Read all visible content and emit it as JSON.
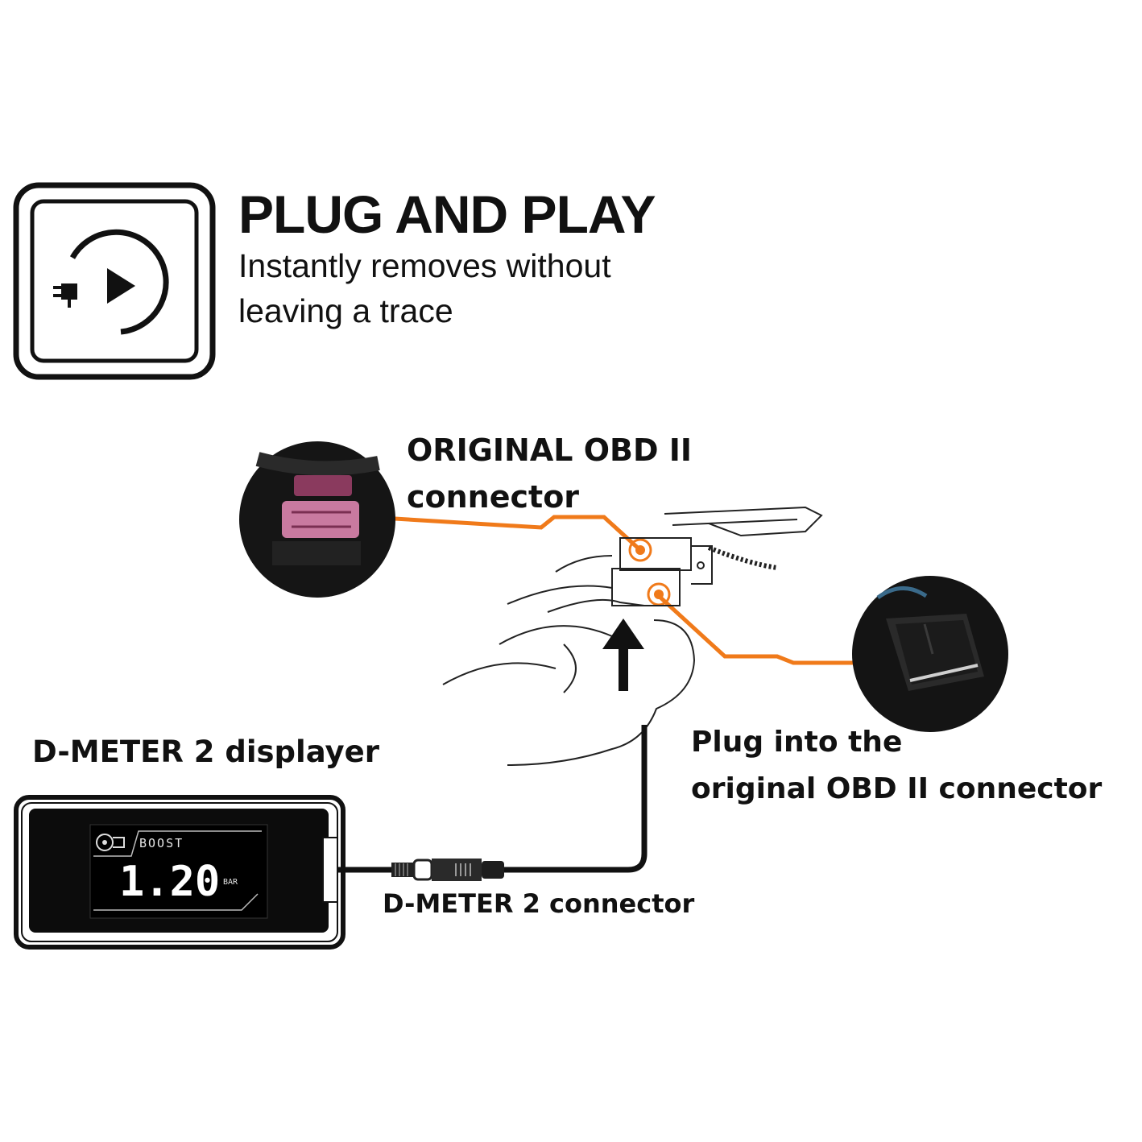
{
  "header": {
    "title": "PLUG AND PLAY",
    "subtitle_line1": "Instantly removes without",
    "subtitle_line2": "leaving a trace"
  },
  "labels": {
    "original_obd_line1": "ORIGINAL OBD II",
    "original_obd_line2": "connector",
    "plug_into_line1": "Plug into the",
    "plug_into_line2": "original OBD II connector",
    "displayer": "D-METER 2 displayer",
    "connector": "D-METER 2 connector"
  },
  "display": {
    "mode": "BOOST",
    "value": "1.20",
    "unit": "BAR"
  },
  "colors": {
    "accent": "#f07a1a",
    "ink": "#111111",
    "connector_pink": "#c97aa0"
  },
  "icons": {
    "feature_icon": "plug-play-icon",
    "turbo_icon": "turbo-icon",
    "arrow": "arrow-up-icon"
  }
}
